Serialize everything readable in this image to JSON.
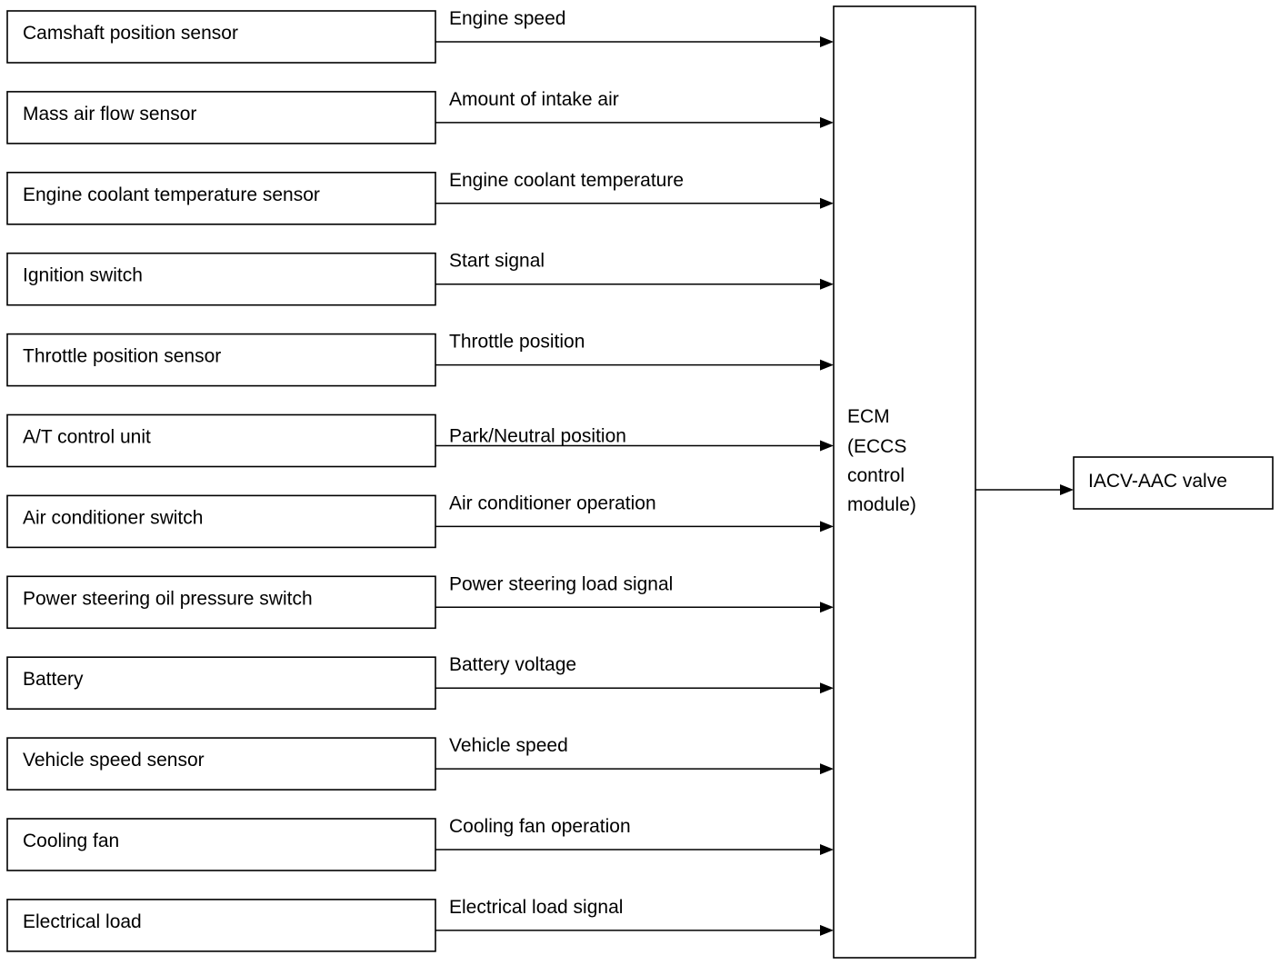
{
  "inputs": [
    {
      "source": "Camshaft position sensor",
      "signal": "Engine speed"
    },
    {
      "source": "Mass air flow sensor",
      "signal": "Amount of intake air"
    },
    {
      "source": "Engine coolant temperature sensor",
      "signal": "Engine coolant temperature"
    },
    {
      "source": "Ignition switch",
      "signal": "Start signal"
    },
    {
      "source": "Throttle position sensor",
      "signal": "Throttle position"
    },
    {
      "source": "A/T control unit",
      "signal": "Park/Neutral position"
    },
    {
      "source": "Air conditioner switch",
      "signal": "Air conditioner operation"
    },
    {
      "source": "Power steering oil pressure switch",
      "signal": "Power steering load signal"
    },
    {
      "source": "Battery",
      "signal": "Battery voltage"
    },
    {
      "source": "Vehicle speed sensor",
      "signal": "Vehicle speed"
    },
    {
      "source": "Cooling fan",
      "signal": "Cooling fan operation"
    },
    {
      "source": "Electrical load",
      "signal": "Electrical load signal"
    }
  ],
  "ecm": {
    "lines": [
      "ECM",
      "(ECCS",
      "control",
      "module)"
    ]
  },
  "output": {
    "label": "IACV-AAC valve"
  }
}
